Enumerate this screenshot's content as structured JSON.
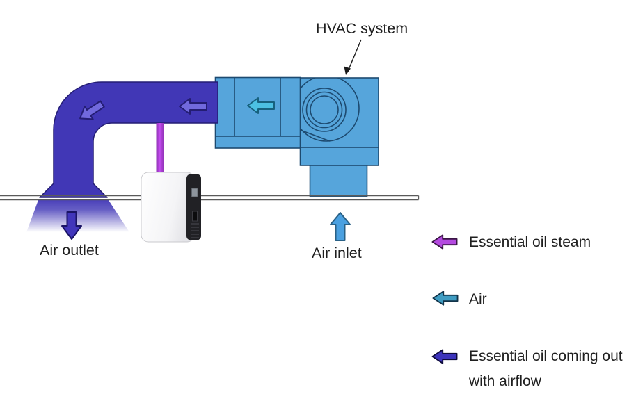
{
  "diagram": {
    "hvac_label": "HVAC system",
    "air_outlet_label": "Air outlet",
    "air_inlet_label": "Air inlet"
  },
  "legend": {
    "items": [
      {
        "icon": "left-arrow-icon",
        "label": "Essential oil steam",
        "arrow_fill": "#b44ae0",
        "arrow_stroke": "#3a1545"
      },
      {
        "icon": "left-arrow-icon",
        "label": "Air",
        "arrow_fill": "#3f9cc2",
        "arrow_stroke": "#123349"
      },
      {
        "icon": "left-arrow-icon",
        "label": "Essential oil coming out",
        "label_line2": "with airflow",
        "arrow_fill": "#3c33bb",
        "arrow_stroke": "#0e0b3a"
      }
    ]
  },
  "colors": {
    "hvac_fill": "#56a5db",
    "hvac_stroke": "#1d4a70",
    "duct_fill": "#4137b6",
    "duct_stroke": "#241d73",
    "duct_arrow_fill": "#7169dd",
    "cyan_arrow_fill": "#4cc0e2",
    "cyan_arrow_stroke": "#17617e",
    "tube_edge": "#8a2fae",
    "tube_center": "#c44cf0",
    "inlet_arrow_fill": "#4aa0e0",
    "inlet_arrow_stroke": "#2a6186",
    "outlet_arrow_fill": "#4136bb",
    "outlet_arrow_stroke": "#1a1466",
    "ceiling_stroke": "#5a5a5a",
    "leader_stroke": "#1a1a1a"
  }
}
